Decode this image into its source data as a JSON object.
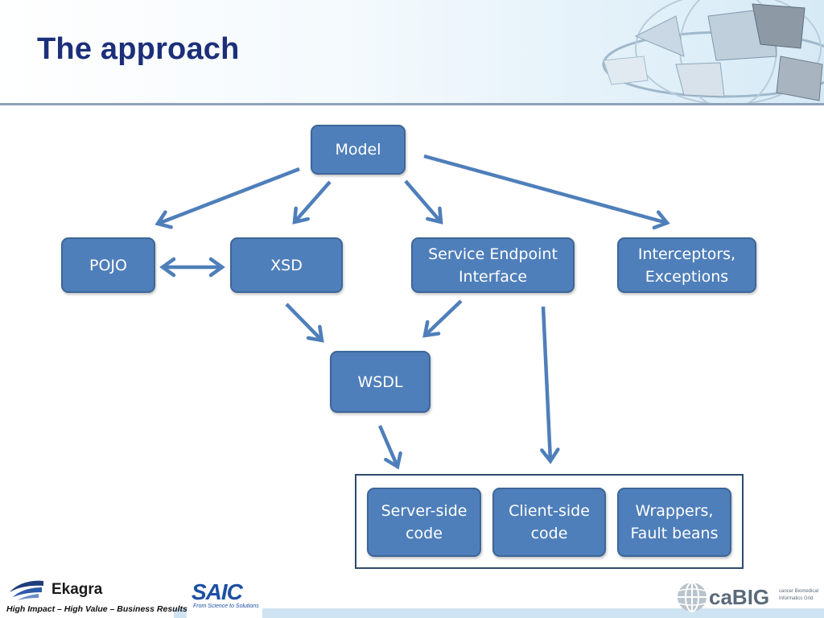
{
  "slide": {
    "title": "The approach"
  },
  "diagram": {
    "nodes": {
      "model": "Model",
      "pojo": "POJO",
      "xsd": "XSD",
      "sei": "Service Endpoint\nInterface",
      "interceptors": "Interceptors,\nExceptions",
      "wsdl": "WSDL",
      "server_code": "Server-side\ncode",
      "client_code": "Client-side\ncode",
      "wrappers": "Wrappers,\nFault beans"
    },
    "edges": [
      {
        "from": "Model",
        "to": "POJO"
      },
      {
        "from": "Model",
        "to": "XSD"
      },
      {
        "from": "Model",
        "to": "Service Endpoint Interface"
      },
      {
        "from": "Model",
        "to": "Interceptors, Exceptions"
      },
      {
        "from": "POJO",
        "to": "XSD",
        "bidirectional": true
      },
      {
        "from": "XSD",
        "to": "WSDL"
      },
      {
        "from": "Service Endpoint Interface",
        "to": "WSDL"
      },
      {
        "from": "Service Endpoint Interface",
        "to": "generated code group"
      },
      {
        "from": "WSDL",
        "to": "generated code group"
      }
    ],
    "colors": {
      "box_fill": "#4f7fba",
      "box_border": "#3d6698",
      "arrow": "#4f7fba",
      "title": "#1c2f7a"
    }
  },
  "footer": {
    "ekagra_name": "Ekagra",
    "ekagra_tagline": "High Impact – High Value – Business Results",
    "saic_name": "SAIC",
    "saic_tagline": "From Science to Solutions",
    "cabig_name": "caBIG",
    "cabig_tagline": "cancer Biomedical Informatics Grid"
  }
}
